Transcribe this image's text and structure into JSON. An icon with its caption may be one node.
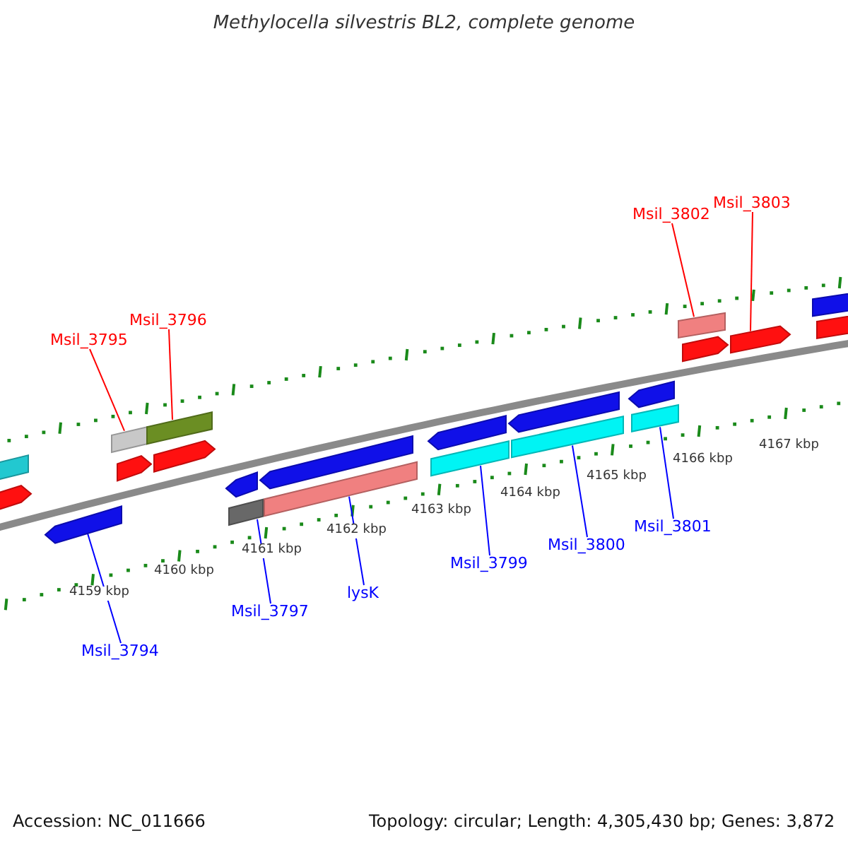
{
  "diagram": {
    "title": "Methylocella silvestris BL2, complete genome",
    "nodes": [
      {
        "text": [
          "Msil_3794"
        ]
      },
      {
        "text": [
          "Msil_3795"
        ]
      },
      {
        "text": [
          "Msil_3796"
        ]
      },
      {
        "text": [
          "Msil_3797"
        ]
      },
      {
        "text": [
          "lysK"
        ]
      },
      {
        "text": [
          "Msil_3799"
        ]
      },
      {
        "text": [
          "Msil_3800"
        ]
      },
      {
        "text": [
          "Msil_3801"
        ]
      },
      {
        "text": [
          "Msil_3802"
        ]
      },
      {
        "text": [
          "Msil_3803"
        ]
      },
      {
        "text": [],
        "shape": "bar"
      },
      {
        "text": [],
        "shape": "arrow"
      },
      {
        "text": [],
        "shape": "arrow"
      },
      {
        "text": [],
        "shape": "bar"
      },
      {
        "text": [],
        "shape": "bar"
      },
      {
        "text": [],
        "shape": "arrow"
      },
      {
        "text": [],
        "shape": "arrow"
      },
      {
        "text": [],
        "shape": "arrow"
      },
      {
        "text": [],
        "shape": "arrow"
      },
      {
        "text": [],
        "shape": "bar"
      },
      {
        "text": [],
        "shape": "bar"
      },
      {
        "text": [],
        "shape": "arrow"
      },
      {
        "text": [],
        "shape": "arrow"
      },
      {
        "text": [],
        "shape": "arrow"
      },
      {
        "text": [],
        "shape": "bar"
      },
      {
        "text": [],
        "shape": "bar"
      },
      {
        "text": [],
        "shape": "bar"
      },
      {
        "text": [],
        "shape": "bar"
      },
      {
        "text": [],
        "shape": "arrow"
      },
      {
        "text": [],
        "shape": "arrow"
      },
      {
        "text": [],
        "shape": "arrow"
      },
      {
        "text": [],
        "shape": "arrow"
      }
    ],
    "edges": [
      {
        "from": 0,
        "to": 12,
        "arrow": "none"
      },
      {
        "from": 1,
        "to": 13,
        "arrow": "none",
        "color": "#ff0000"
      },
      {
        "from": 2,
        "to": 14,
        "arrow": "none",
        "color": "#ff0000"
      },
      {
        "from": 3,
        "to": 19,
        "arrow": "none"
      },
      {
        "from": 4,
        "to": 20,
        "arrow": "none"
      },
      {
        "from": 5,
        "to": 24,
        "arrow": "none"
      },
      {
        "from": 6,
        "to": 25,
        "arrow": "none"
      },
      {
        "from": 7,
        "to": 26,
        "arrow": "none"
      },
      {
        "from": 8,
        "to": 27,
        "arrow": "none",
        "color": "#ff0000"
      },
      {
        "from": 9,
        "to": 29,
        "arrow": "none",
        "color": "#ff0000"
      }
    ],
    "labels": [
      "4159 kbp",
      "4160 kbp",
      "4161 kbp",
      "4162 kbp",
      "4163 kbp",
      "4164 kbp",
      "4165 kbp",
      "4166 kbp",
      "4167 kbp",
      "Accession: NC_011666",
      "Topology: circular; Length: 4,305,430 bp; Genes: 3,872"
    ]
  }
}
